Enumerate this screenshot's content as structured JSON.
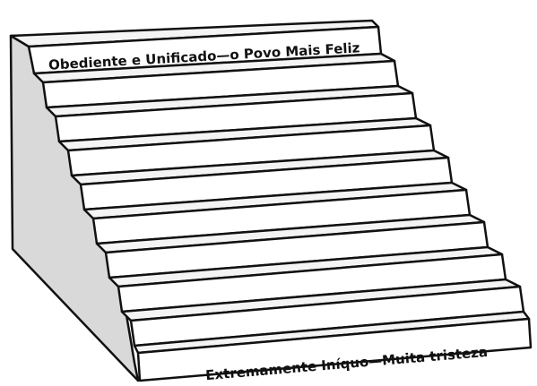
{
  "diagram": {
    "top_label": "Obediente e Unificado—o Povo Mais Feliz",
    "bottom_label": "Extremamente Iníquo—Muita tristeza",
    "step_count": 10
  },
  "colors": {
    "stroke": "#111111",
    "tread": "#f4f4f4",
    "riser": "#ffffff",
    "side_wall": "#d9d9d9"
  }
}
